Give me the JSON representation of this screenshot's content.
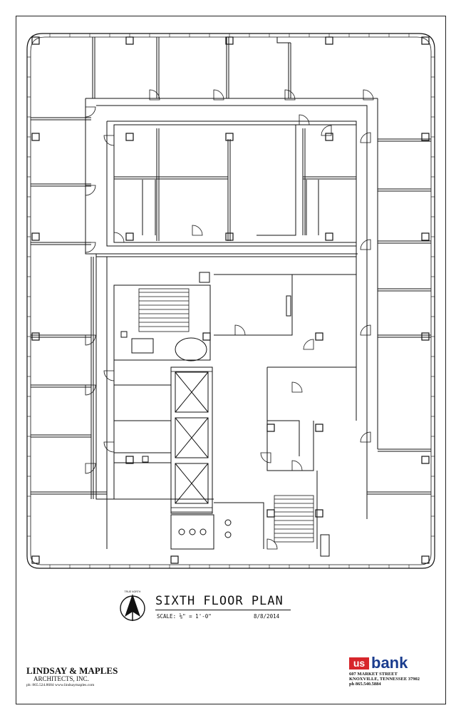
{
  "plan": {
    "title": "SIXTH FLOOR PLAN",
    "scale": "SCALE: ⅛\" = 1'-0\"",
    "date": "8/8/2014",
    "north_label": "TRUE NORTH"
  },
  "architect": {
    "name": "LINDSAY & MAPLES",
    "subtitle": "ARCHITECTS, INC.",
    "contact": "ph: 865.524.8684  www.lindsaymaples.com"
  },
  "bank": {
    "logo_box": "us",
    "logo_word": "bank",
    "address_line1": "607 MARKET STREET",
    "address_line2": "KNOXVILLE, TENNESSEE 37902",
    "phone": "ph  865.540.5884",
    "colors": {
      "logo_red": "#d7262b",
      "logo_blue": "#1a3c8e"
    }
  },
  "drawing": {
    "line_color": "#111111",
    "icons": [
      "north-arrow-icon",
      "elevator-icon",
      "stair-icon",
      "door-swing-icon",
      "column-icon",
      "restroom-fixture-icon"
    ]
  }
}
